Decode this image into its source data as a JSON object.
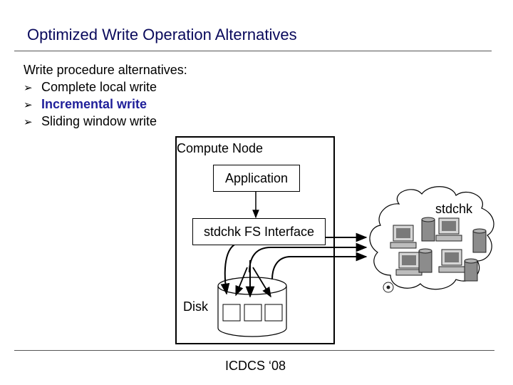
{
  "title": "Optimized Write Operation Alternatives",
  "intro": "Write procedure alternatives:",
  "bullets": [
    {
      "mark": "➢",
      "text": "Complete local write"
    },
    {
      "mark": "➢",
      "text": "Incremental write"
    },
    {
      "mark": "➢",
      "text": "Sliding window write"
    }
  ],
  "diagram": {
    "compute_node": "Compute Node",
    "application": "Application",
    "fs_interface": "stdchk FS Interface",
    "disk": "Disk",
    "stdchk": "stdchk"
  },
  "footer": "ICDCS ‘08",
  "colors": {
    "title": "#0a0a5c",
    "highlight": "#1f1f9a"
  }
}
